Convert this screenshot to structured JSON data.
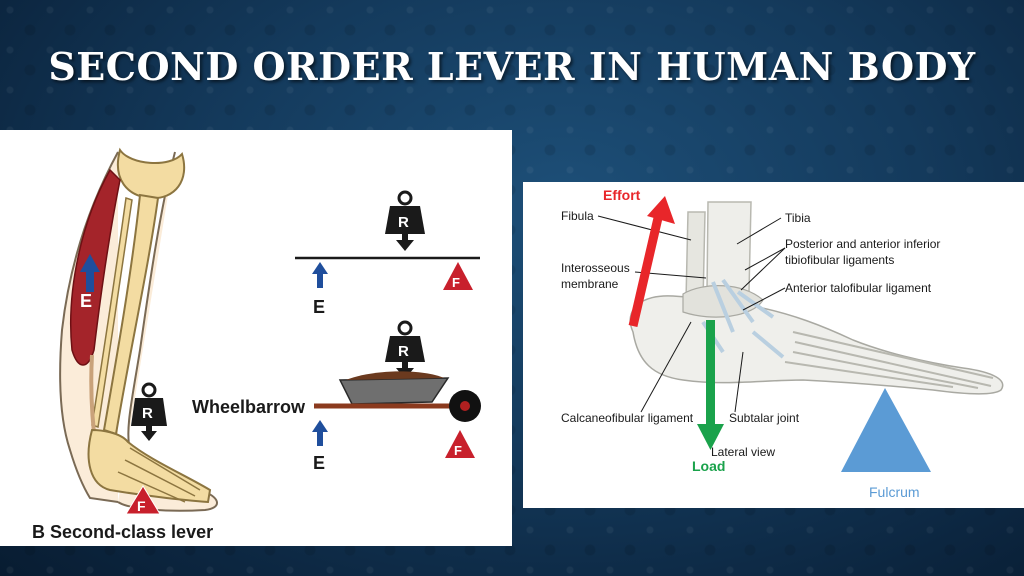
{
  "slide": {
    "title": "Second order lever in human body"
  },
  "left_panel": {
    "caption": "B Second-class lever",
    "wheelbarrow_label": "Wheelbarrow",
    "effort_letter": "E",
    "resistance_letter": "R",
    "fulcrum_letter": "F"
  },
  "right_panel": {
    "effort_label": "Effort",
    "load_label": "Load",
    "fulcrum_label": "Fulcrum",
    "labels": {
      "fibula": "Fibula",
      "interosseous": "Interosseous\nmembrane",
      "tibia": "Tibia",
      "tibiofibular": "Posterior and anterior inferior\ntibiofibular ligaments",
      "talofibular": "Anterior talofibular ligament",
      "calcaneofibular": "Calcaneofibular ligament",
      "subtalar": "Subtalar joint",
      "lateral_view": "Lateral view"
    },
    "colors": {
      "effort": "#e8262a",
      "load": "#1aa24b",
      "fulcrum": "#5b9bd5"
    }
  }
}
